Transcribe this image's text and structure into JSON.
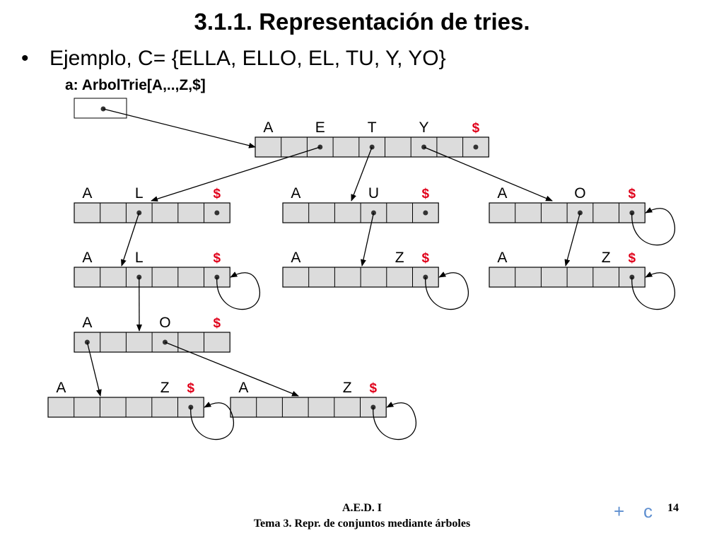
{
  "slide": {
    "title": "3.1.1. Representación de tries.",
    "bullet": "Ejemplo, C= {ELLA, ELLO, EL, TU, Y, YO}",
    "declaration": "a: ArbolTrie[A,..,Z,$]",
    "footer_line1": "A.E.D. I",
    "footer_line2": "Tema 3. Repr. de conjuntos mediante árboles",
    "page_number": "14",
    "nav_prev": "+",
    "nav_next": "c"
  },
  "colors": {
    "cell_fill": "#dcdcdc",
    "dollar": "#e0001a",
    "nav": "#5f8fd0"
  },
  "diagram": {
    "root_pointer_box": "a",
    "nodes": [
      {
        "id": "root",
        "labels": [
          "A",
          "E",
          "T",
          "Y",
          "$"
        ]
      },
      {
        "id": "E",
        "labels": [
          "A",
          "L",
          "$"
        ]
      },
      {
        "id": "T",
        "labels": [
          "A",
          "U",
          "$"
        ]
      },
      {
        "id": "Y",
        "labels": [
          "A",
          "O",
          "$"
        ]
      },
      {
        "id": "EL",
        "labels": [
          "A",
          "L",
          "$"
        ]
      },
      {
        "id": "TU",
        "labels": [
          "A",
          "Z",
          "$"
        ]
      },
      {
        "id": "YO",
        "labels": [
          "A",
          "Z",
          "$"
        ]
      },
      {
        "id": "ELL",
        "labels": [
          "A",
          "O",
          "$"
        ]
      },
      {
        "id": "ELLA",
        "labels": [
          "A",
          "Z",
          "$"
        ]
      },
      {
        "id": "ELLO",
        "labels": [
          "A",
          "Z",
          "$"
        ]
      }
    ]
  }
}
